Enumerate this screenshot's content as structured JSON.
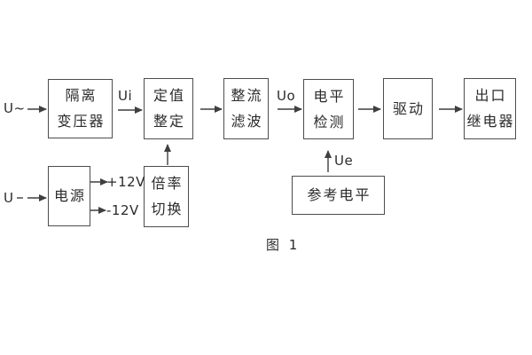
{
  "figure": {
    "caption": "图 1",
    "signals": {
      "input_ac": "U~",
      "input_dc": "U",
      "ui": "Ui",
      "uo": "Uo",
      "ue": "Ue",
      "rail_pos": "+12V",
      "rail_neg": "-12V"
    },
    "blocks": {
      "isolation_transformer": {
        "line1": "隔离",
        "line2": "变压器"
      },
      "setpoint_adjust": {
        "line1": "定值",
        "line2": "整定"
      },
      "rectifier_filter": {
        "line1": "整流",
        "line2": "滤波"
      },
      "level_detection": {
        "line1": "电平",
        "line2": "检测"
      },
      "drive": {
        "label": "驱动"
      },
      "output_relay": {
        "line1": "出口",
        "line2": "继电器"
      },
      "power_supply": {
        "label": "电源"
      },
      "ratio_switch": {
        "line1": "倍率",
        "line2": "切换"
      },
      "reference_level": {
        "label": "参考电平"
      }
    },
    "colors": {
      "line": "#3f3f3f",
      "border": "#4d4d4d",
      "text": "#2b2b2b",
      "background": "#ffffff"
    }
  }
}
